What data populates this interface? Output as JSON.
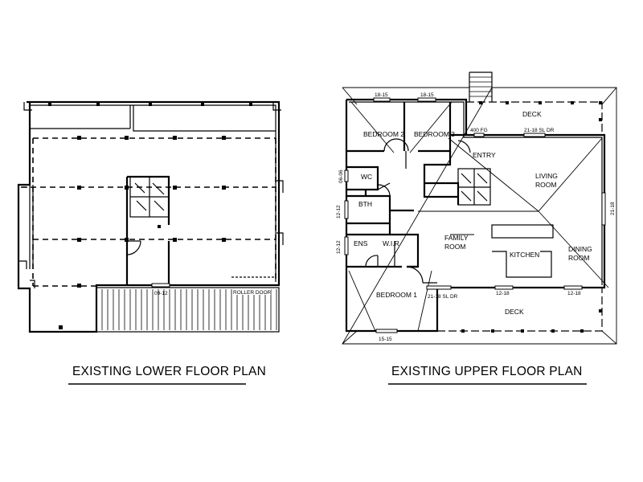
{
  "lower_plan": {
    "title": "EXISTING LOWER FLOOR PLAN",
    "labels": {
      "window_09_12": "09-12",
      "roller_door": "ROLLER DOOR"
    }
  },
  "upper_plan": {
    "title": "EXISTING UPPER FLOOR PLAN",
    "labels": {
      "bedroom2": "BEDROOM 2",
      "bedroom3": "BEDROOM 3",
      "bedroom1": "BEDROOM 1",
      "deck_top": "DECK",
      "deck_bottom": "DECK",
      "entry": "ENTRY",
      "living": "LIVING ROOM",
      "wc": "WC",
      "bth": "BTH",
      "ens": "ENS",
      "wir": "W.I.R",
      "family": "FAMILY ROOM",
      "kitchen": "KITCHEN",
      "dining": "DINING ROOM",
      "win_18_15_a": "18-15",
      "win_18_15_b": "18-15",
      "win_400fg": "400 FG",
      "win_21_18_sl_dr_top": "21-18 SL DR",
      "win_21_18_right": "21-18",
      "win_06_06": "06-06",
      "win_12_12_a": "12-12",
      "win_12_12_b": "12-12",
      "win_21_18_sl_dr_bottom": "21-18 SL DR",
      "win_12_18_a": "12-18",
      "win_12_18_b": "12-18",
      "win_15_15": "15-15"
    }
  }
}
